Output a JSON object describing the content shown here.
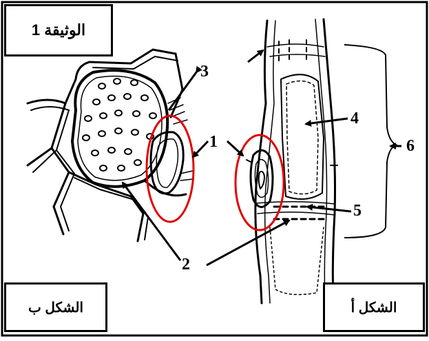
{
  "title": "الوثيقة 1",
  "figure_b_label": "الشكل ب",
  "figure_a_label": "الشكل أ",
  "markers": {
    "m1": "1",
    "m2": "2",
    "m3": "3",
    "m4": "4",
    "m5": "5",
    "m6": "6"
  },
  "colors": {
    "ink": "#000000",
    "highlight": "#e00000",
    "background": "#ffffff"
  }
}
